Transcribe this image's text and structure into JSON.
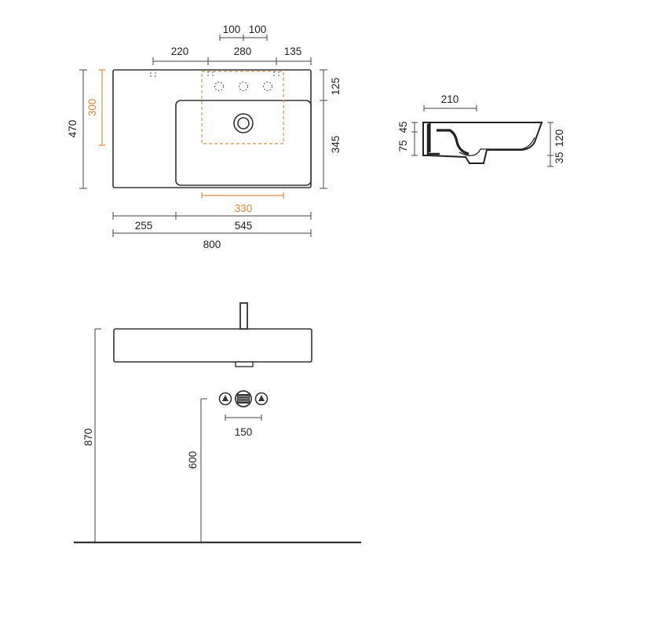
{
  "colors": {
    "line": "#333333",
    "accent": "#e0a060",
    "background": "#ffffff"
  },
  "top_view": {
    "dims": {
      "tap_offset_left": "100",
      "tap_offset_right": "100",
      "top_left": "220",
      "top_mid": "280",
      "top_right": "135",
      "depth_total": "470",
      "basin_depth": "300",
      "back_depth": "125",
      "front_depth": "345",
      "basin_width": "330",
      "left_shelf": "255",
      "basin_section": "545",
      "total_width": "800"
    }
  },
  "side_view": {
    "dims": {
      "top_width": "210",
      "rim_height": "45",
      "inner_height": "75",
      "total_height": "120",
      "bottom_height": "35"
    }
  },
  "front_view": {
    "dims": {
      "rim_height": "870",
      "tap_height": "600",
      "tap_spacing": "150"
    }
  }
}
